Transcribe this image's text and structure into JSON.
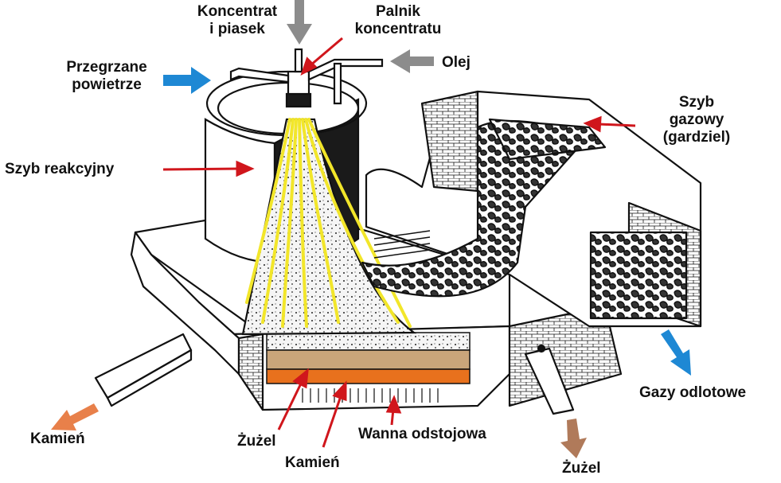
{
  "colors": {
    "blue_arrow": "#1e88d4",
    "grey_arrow": "#8c8c8c",
    "red_arrow": "#d0161c",
    "orange_arrow": "#e8804a",
    "brown_arrow": "#b07a5a",
    "flame": "#f2e62a",
    "slag_layer": "#c9a57a",
    "stone_layer": "#e8711d",
    "outline": "#111111"
  },
  "labels": {
    "concentrate_and_sand": "Koncentrat\ni piasek",
    "concentrate_burner": "Palnik\nkoncentratu",
    "superheated_air": "Przegrzane\npowietrze",
    "oil": "Olej",
    "reaction_shaft": "Szyb reakcyjny",
    "gas_shaft": "Szyb\ngazowy\n(gardziel)",
    "exhaust_gases": "Gazy odlotowe",
    "stone_out": "Kamień",
    "slag_layer": "Żużel",
    "stone_layer": "Kamień",
    "settling_bath": "Wanna odstojowa",
    "slag_out": "Żużel"
  }
}
